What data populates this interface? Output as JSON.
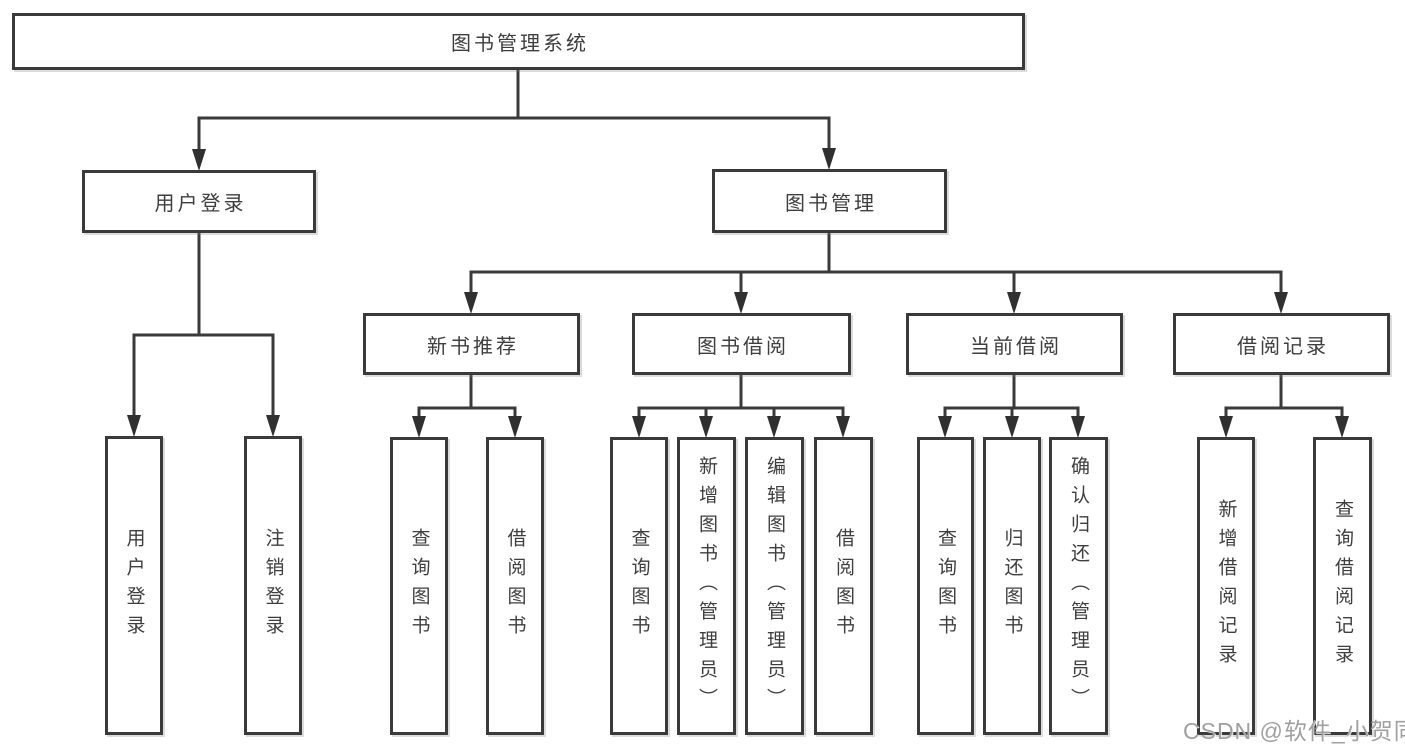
{
  "diagram": {
    "type": "tree",
    "nodes": {
      "root": {
        "label": "图书管理系统"
      },
      "user_login": {
        "label": "用户登录"
      },
      "book_mgmt": {
        "label": "图书管理"
      },
      "new_book_rec": {
        "label": "新书推荐"
      },
      "book_borrow": {
        "label": "图书借阅"
      },
      "current_borrow": {
        "label": "当前借阅"
      },
      "borrow_record": {
        "label": "借阅记录"
      },
      "leaf_user_login": {
        "label": "用户登录"
      },
      "leaf_logout": {
        "label": "注销登录"
      },
      "leaf_query_book_1": {
        "label": "查询图书"
      },
      "leaf_borrow_book_1": {
        "label": "借阅图书"
      },
      "leaf_query_book_2": {
        "label": "查询图书"
      },
      "leaf_add_book": {
        "label": "新增图书（管理员）"
      },
      "leaf_edit_book": {
        "label": "编辑图书（管理员）"
      },
      "leaf_borrow_book_2": {
        "label": "借阅图书"
      },
      "leaf_query_book_3": {
        "label": "查询图书"
      },
      "leaf_return_book": {
        "label": "归还图书"
      },
      "leaf_confirm_return": {
        "label": "确认归还（管理员）"
      },
      "leaf_add_record": {
        "label": "新增借阅记录"
      },
      "leaf_query_record": {
        "label": "查询借阅记录"
      }
    },
    "edges": [
      [
        "root",
        "user_login"
      ],
      [
        "root",
        "book_mgmt"
      ],
      [
        "user_login",
        "leaf_user_login"
      ],
      [
        "user_login",
        "leaf_logout"
      ],
      [
        "book_mgmt",
        "new_book_rec"
      ],
      [
        "book_mgmt",
        "book_borrow"
      ],
      [
        "book_mgmt",
        "current_borrow"
      ],
      [
        "book_mgmt",
        "borrow_record"
      ],
      [
        "new_book_rec",
        "leaf_query_book_1"
      ],
      [
        "new_book_rec",
        "leaf_borrow_book_1"
      ],
      [
        "book_borrow",
        "leaf_query_book_2"
      ],
      [
        "book_borrow",
        "leaf_add_book"
      ],
      [
        "book_borrow",
        "leaf_edit_book"
      ],
      [
        "book_borrow",
        "leaf_borrow_book_2"
      ],
      [
        "current_borrow",
        "leaf_query_book_3"
      ],
      [
        "current_borrow",
        "leaf_return_book"
      ],
      [
        "current_borrow",
        "leaf_confirm_return"
      ],
      [
        "borrow_record",
        "leaf_add_record"
      ],
      [
        "borrow_record",
        "leaf_query_record"
      ]
    ]
  },
  "watermark": {
    "text": "CSDN @软件_小贺同学"
  },
  "colors": {
    "background": "#ffffff",
    "line": "#3a3a3a",
    "arrow_fill": "#303030",
    "box_border": "#3a3a3a",
    "text": "#3e3e3e",
    "watermark": "#a0a0a0"
  }
}
